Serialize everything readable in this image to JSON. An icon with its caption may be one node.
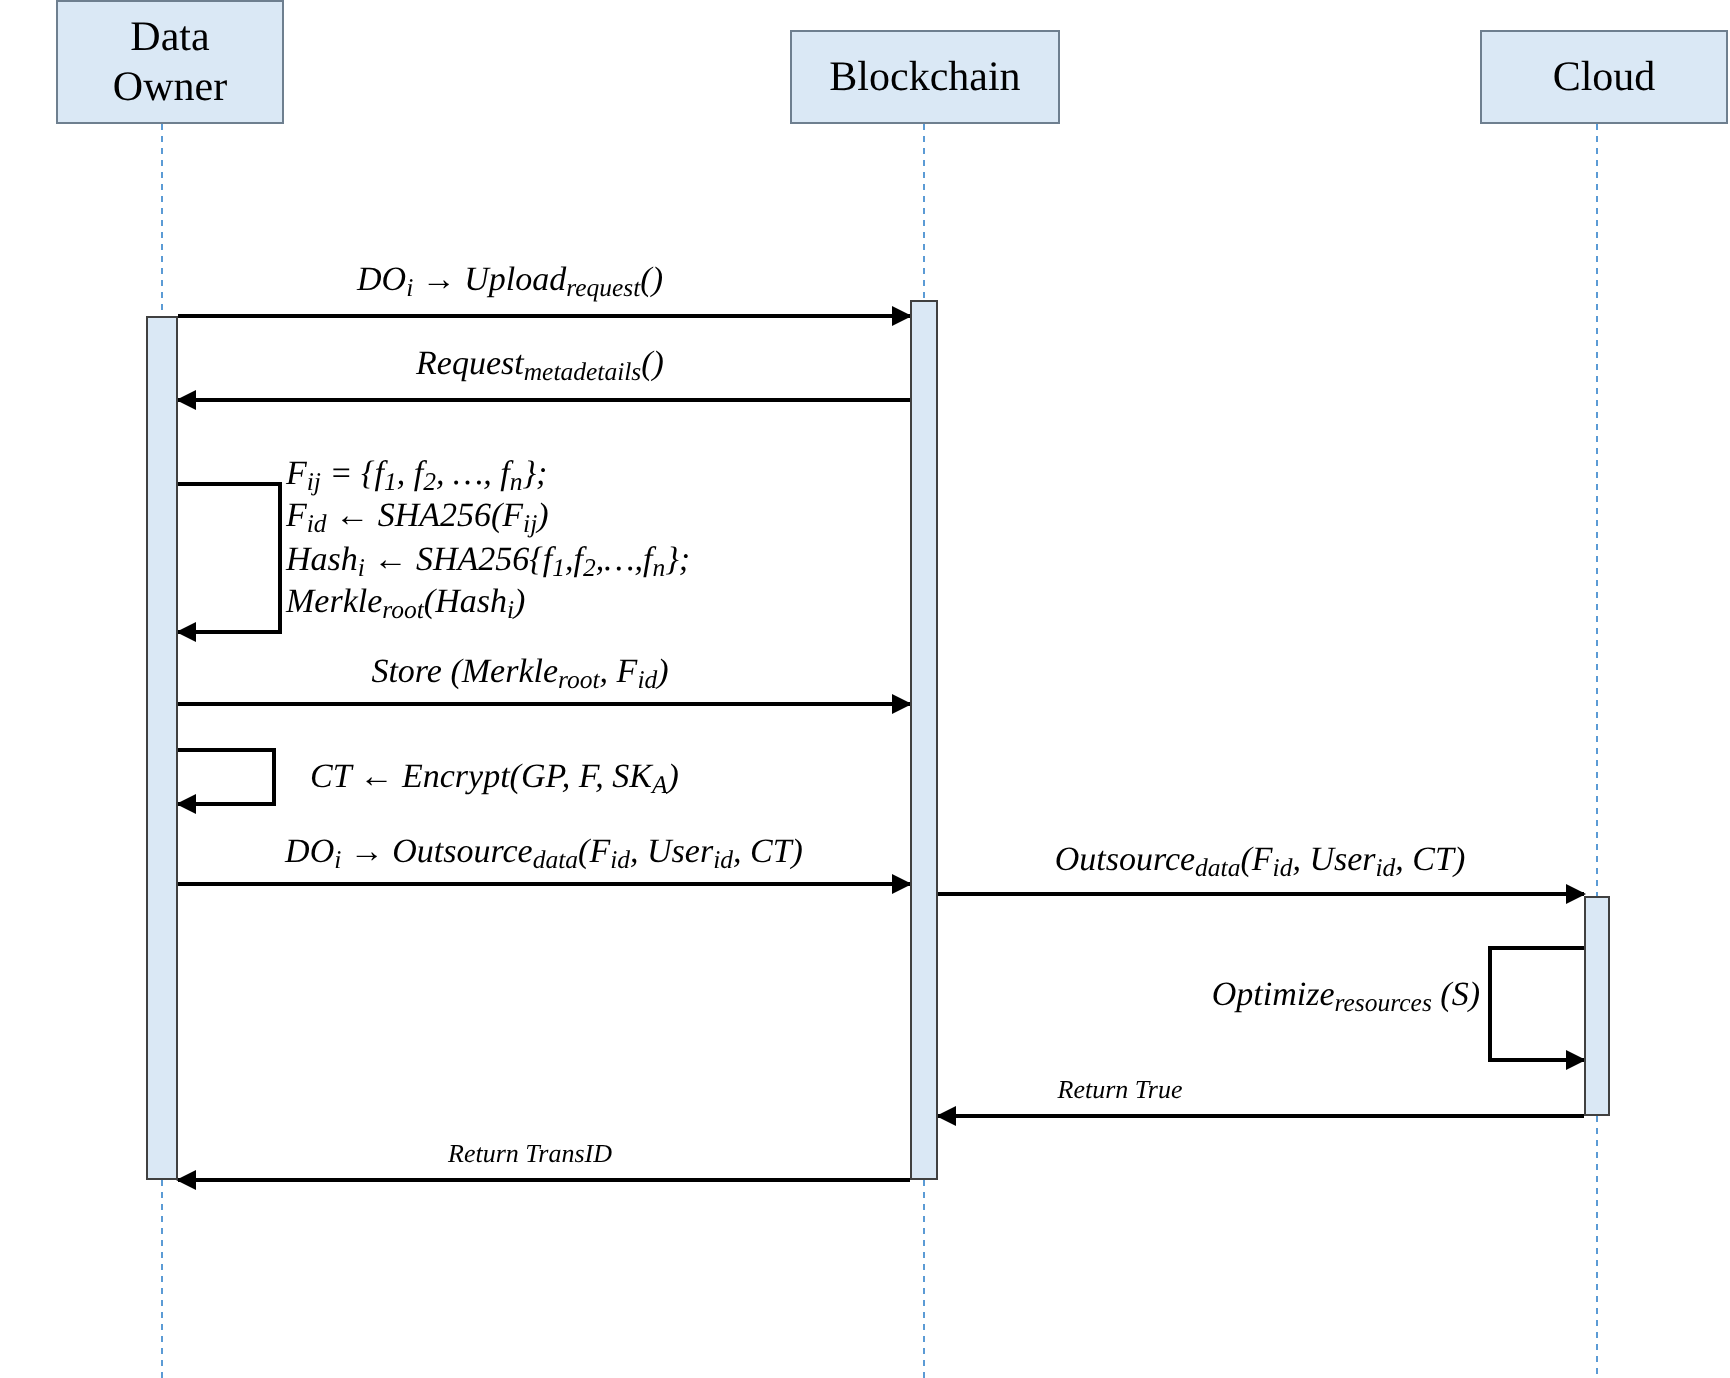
{
  "diagram": {
    "nodes": [
      {
        "text": [
          "Data Owner"
        ]
      },
      {
        "text": [
          "Blockchain"
        ]
      },
      {
        "text": [
          "Cloud"
        ]
      },
      {
        "text": [],
        "shape": "bar"
      },
      {
        "text": [],
        "shape": "bar"
      },
      {
        "text": [],
        "shape": "bar"
      }
    ],
    "edges": [
      {
        "from": 0,
        "to": 3,
        "arrow": "none",
        "style": "dashed",
        "color": "#5b9bd5"
      },
      {
        "from": 1,
        "to": 4,
        "arrow": "none",
        "style": "dashed",
        "color": "#5b9bd5"
      },
      {
        "from": 2,
        "to": 5,
        "arrow": "none",
        "style": "dashed",
        "color": "#5b9bd5"
      },
      {
        "from": 3,
        "to": 4,
        "arrow": "to",
        "label": "DO$_{i}$ → Upload$_{request}$()"
      },
      {
        "from": 4,
        "to": 3,
        "arrow": "to",
        "label": "Request$_{metadetails}$()"
      },
      {
        "from": 3,
        "to": 3,
        "arrow": "to",
        "label": "F$_{ij}$ = {f$_{1}$, f$_{2}$, …, f$_{n}$}; F$_{id}$ ← SHA256(F$_{ij}$) Hash$_{i}$ ← SHA256{f$_{1}$,f$_{2}$,…,f$_{n}$}; Merkle$_{root}$(Hash$_{i}$)"
      },
      {
        "from": 3,
        "to": 4,
        "arrow": "to",
        "label": "Store (Merkle$_{root}$, F$_{id}$)"
      },
      {
        "from": 3,
        "to": 3,
        "arrow": "to",
        "label": "CT ← Encrypt(GP, F, SK$_{A}$)"
      },
      {
        "from": 3,
        "to": 4,
        "arrow": "to",
        "label": "DO$_{i}$ → Outsource$_{data}$(F$_{id}$, User$_{id}$, CT)"
      },
      {
        "from": 4,
        "to": 5,
        "arrow": "to",
        "label": "Outsource$_{data}$(F$_{id}$, User$_{id}$, CT)"
      },
      {
        "from": 5,
        "to": 5,
        "arrow": "to",
        "label": "Optimize$_{resources}$ (S)"
      },
      {
        "from": 5,
        "to": 4,
        "arrow": "to",
        "label": "Return True"
      },
      {
        "from": 4,
        "to": 3,
        "arrow": "to",
        "label": "Return TransID"
      }
    ]
  }
}
